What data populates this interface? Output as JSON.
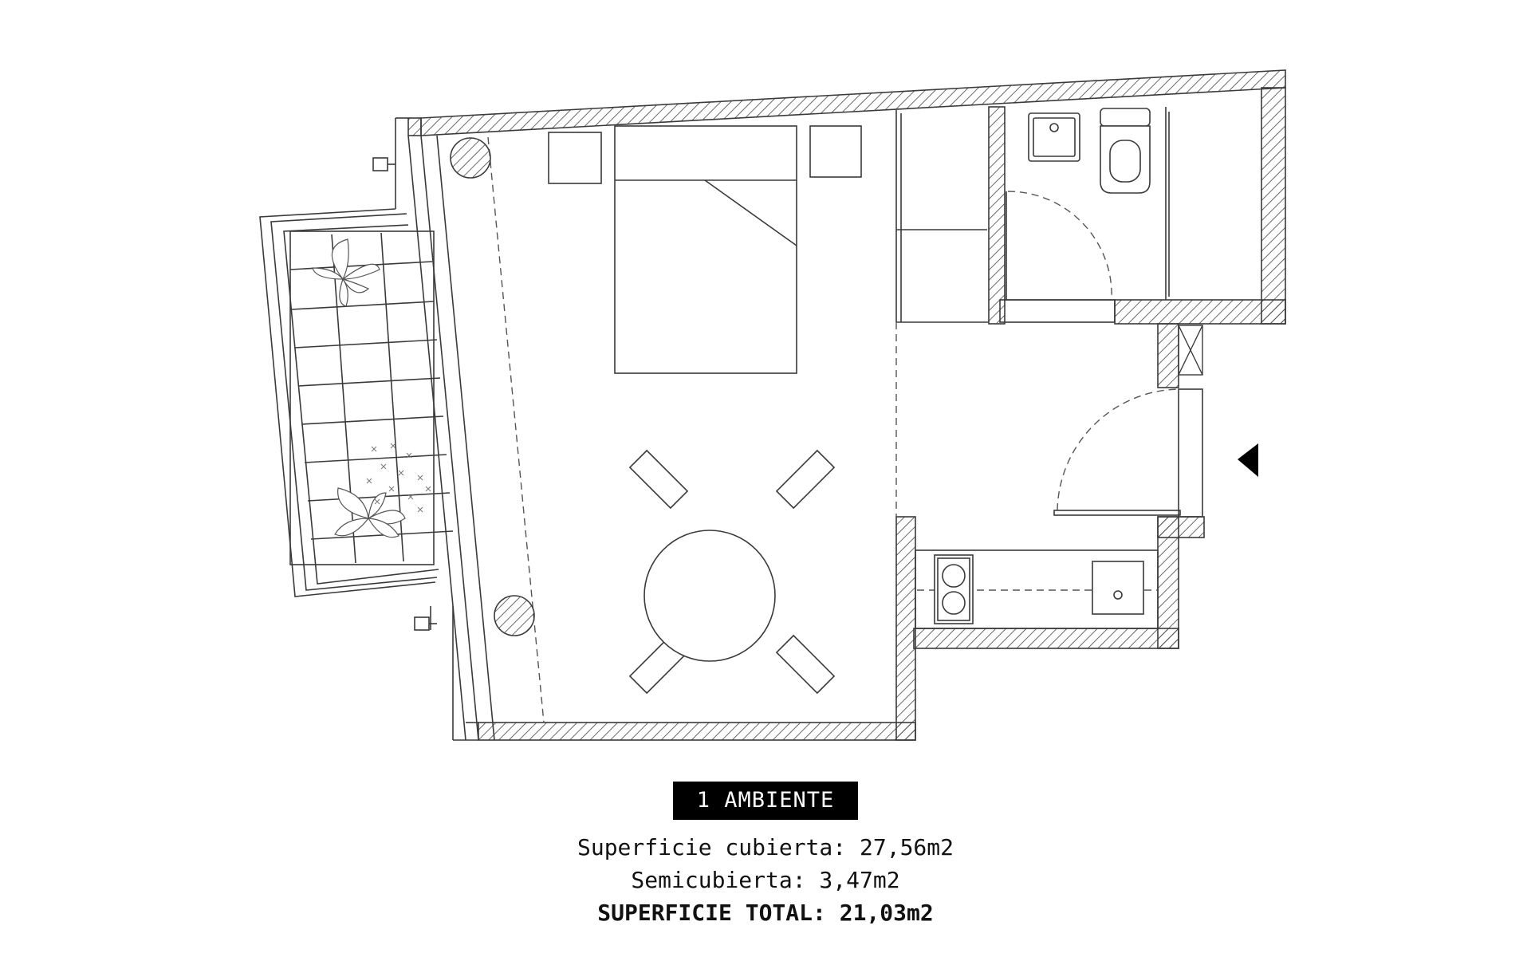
{
  "plan": {
    "unit_type": "1 AMBIENTE",
    "covered_area": "Superficie cubierta: 27,56m2",
    "semi_covered_area": "Semicubierta: 3,47m2",
    "total_area": "SUPERFICIE TOTAL: 21,03m2"
  },
  "colors": {
    "line": "#3a3a3a",
    "hatch": "#444444",
    "badge_bg": "#000000",
    "badge_text": "#ffffff"
  },
  "icons": [
    "entrance-arrow-icon",
    "plant-icon",
    "toilet-icon",
    "sink-icon",
    "cooktop-icon"
  ]
}
